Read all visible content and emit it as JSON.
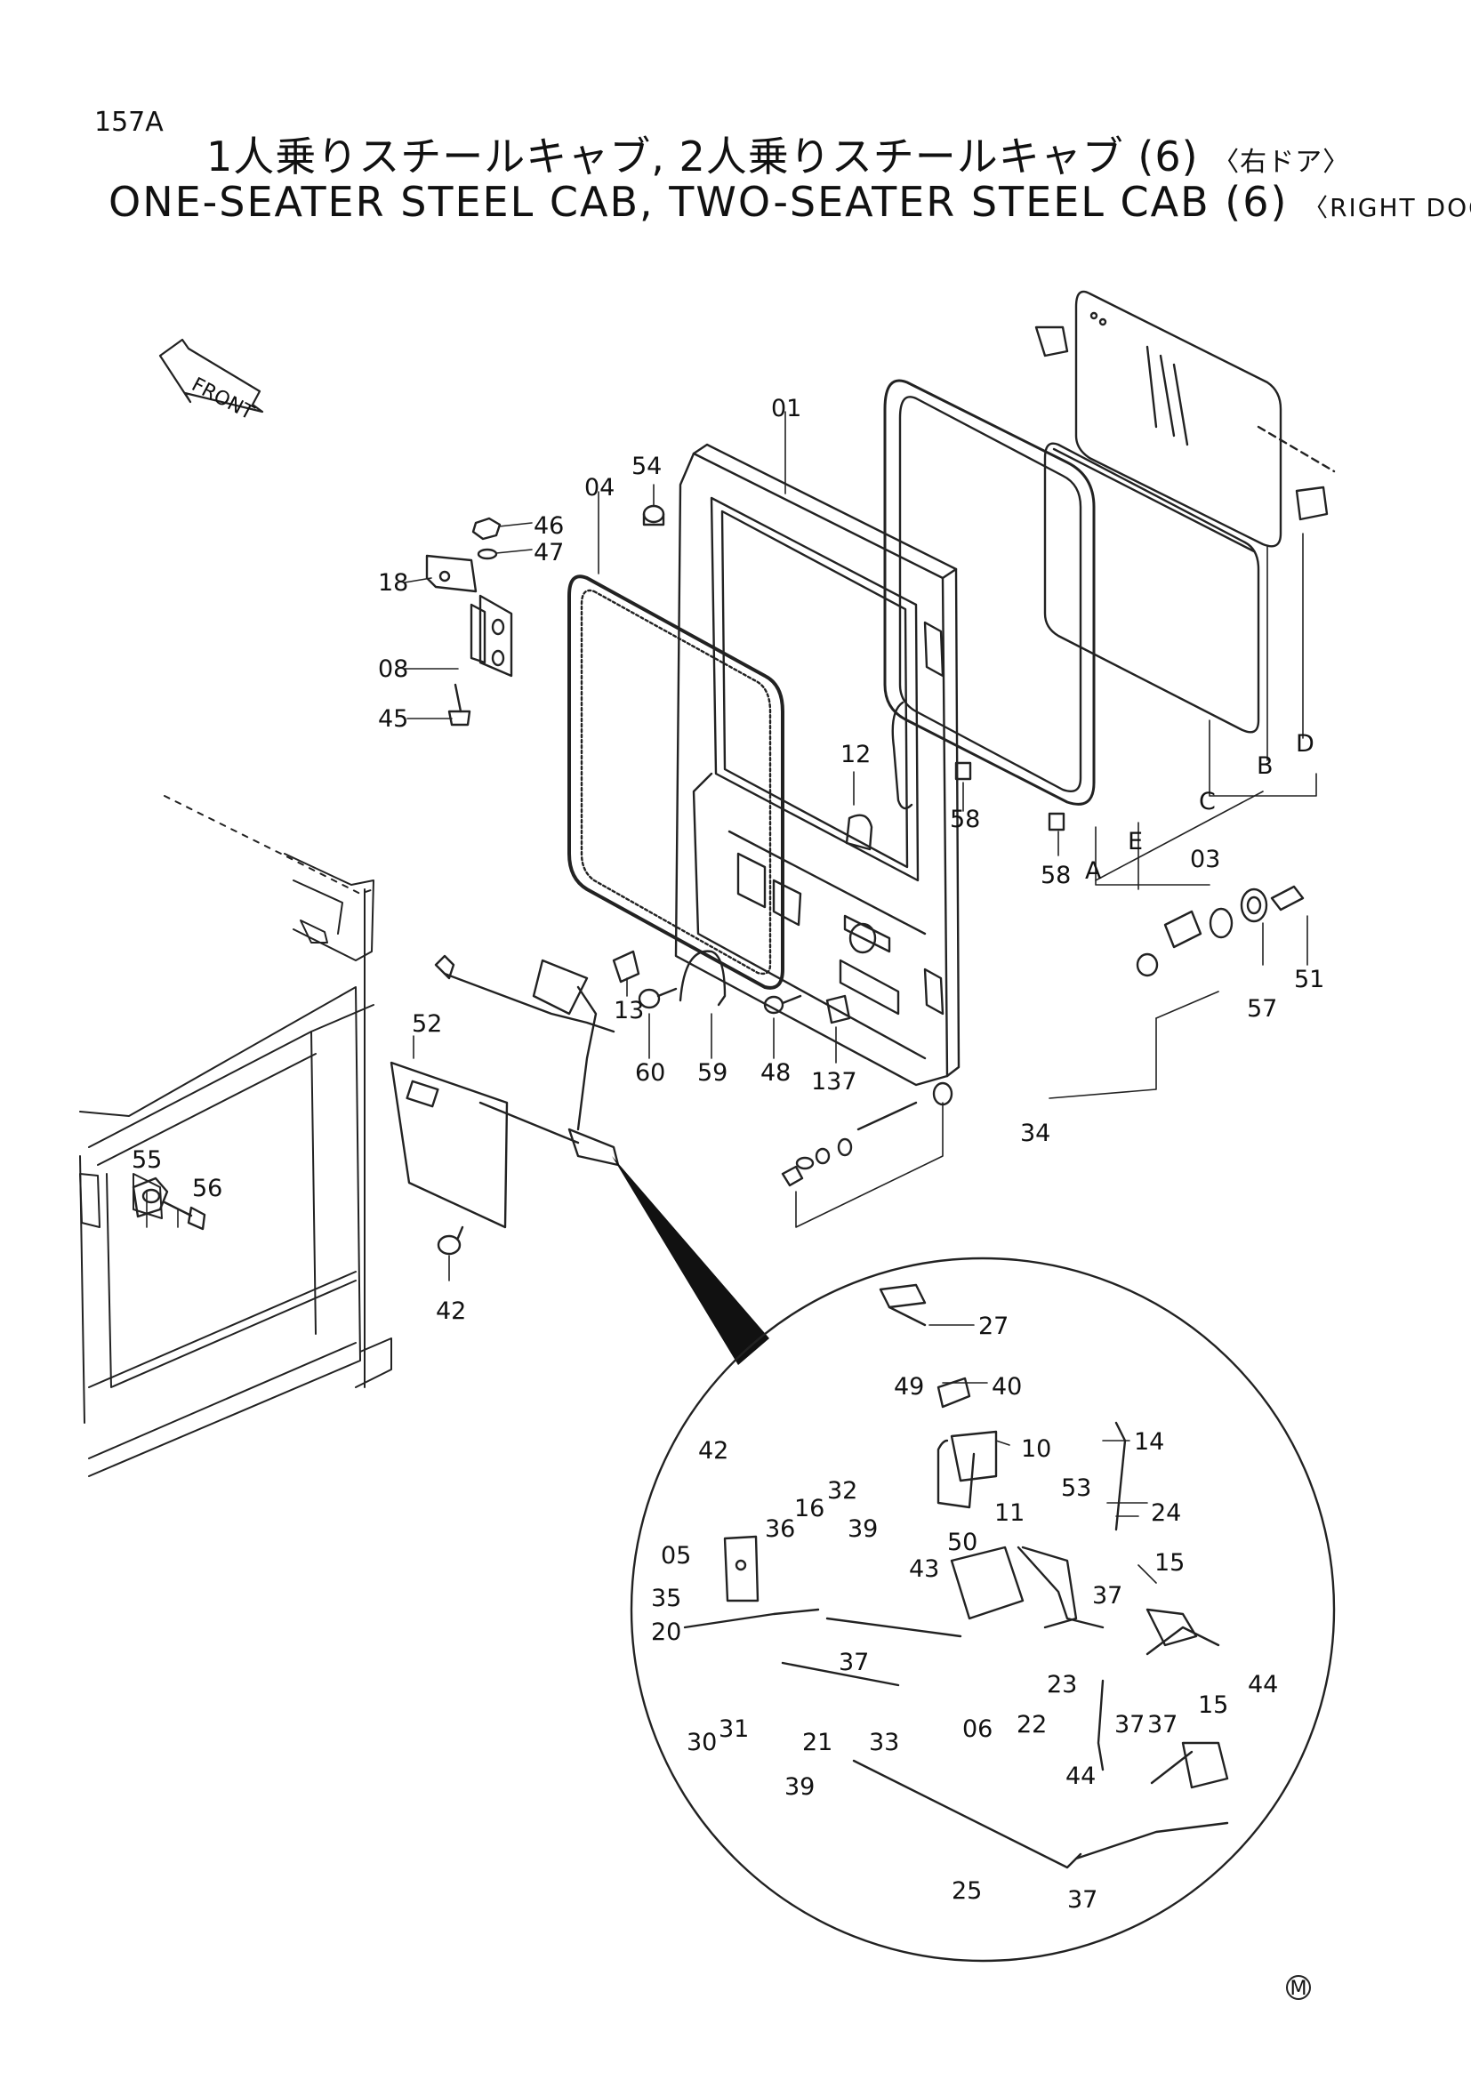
{
  "page_code": "157A",
  "title_jp": "1人乗りスチールキャブ, 2人乗りスチールキャブ (6)",
  "title_jp_tag": "〈右ドア〉",
  "title_en": "ONE-SEATER STEEL CAB, TWO-SEATER STEEL CAB (6)",
  "title_en_tag": "〈RIGHT DOOR〉",
  "front_label": "FRONT",
  "corner_mark": "M",
  "labels": {
    "p01": "01",
    "p04": "04",
    "p54": "54",
    "p46": "46",
    "p47": "47",
    "p18": "18",
    "p08": "08",
    "p45": "45",
    "p12": "12",
    "p58a": "58",
    "p58b": "58",
    "p03": "03",
    "lA": "A",
    "lB": "B",
    "lC": "C",
    "lD": "D",
    "lE": "E",
    "p13": "13",
    "p60": "60",
    "p59": "59",
    "p48": "48",
    "p137": "137",
    "p51": "51",
    "p57": "57",
    "p34": "34",
    "p52": "52",
    "p55": "55",
    "p56": "56",
    "p42a": "42",
    "p27": "27",
    "p49": "49",
    "p40": "40",
    "p10": "10",
    "p14": "14",
    "p11": "11",
    "p53": "53",
    "p24": "24",
    "p42b": "42",
    "p32": "32",
    "p16": "16",
    "p36": "36",
    "p39a": "39",
    "p50": "50",
    "p05": "05",
    "p43": "43",
    "p15a": "15",
    "p35": "35",
    "p37a": "37",
    "p20": "20",
    "p37b": "37",
    "p23": "23",
    "p44a": "44",
    "p22": "22",
    "p37c": "37",
    "p37d": "37",
    "p15b": "15",
    "p30": "30",
    "p31": "31",
    "p21": "21",
    "p33": "33",
    "p06": "06",
    "p44b": "44",
    "p39b": "39",
    "p25": "25",
    "p37e": "37"
  }
}
